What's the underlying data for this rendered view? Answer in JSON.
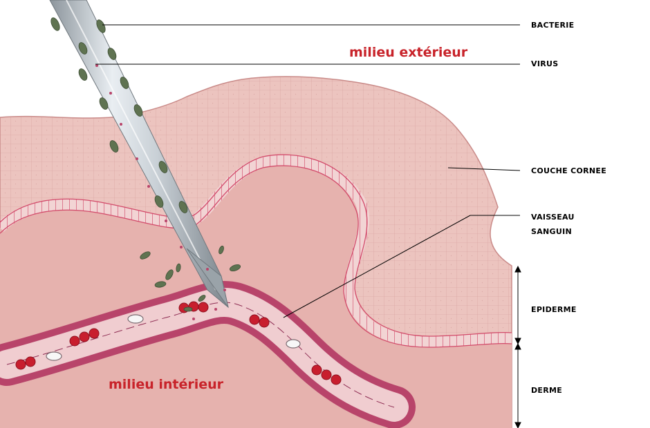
{
  "labels": {
    "outside": "milieu extérieur",
    "inside": "milieu intérieur",
    "bacteria": "BACTERIE",
    "virus": "VIRUS",
    "stratum": "COUCHE CORNEE",
    "vessel_line1": "VAISSEAU",
    "vessel_line2": "SANGUIN",
    "epidermis": "EPIDERME",
    "dermis": "DERME"
  },
  "colors": {
    "tissue": "#e8b8b4",
    "tissue_outer": "#ecc4bf",
    "cell_line": "#c98a88",
    "basal_cells": "#d24a6a",
    "vessel": "#b8446a",
    "vessel_dark": "#8f2e54",
    "red_cell": "#c81e2e",
    "bacteria": "#5f7351",
    "needle": "#c2c9cf",
    "label_red": "#c8232a",
    "text": "#000000"
  }
}
